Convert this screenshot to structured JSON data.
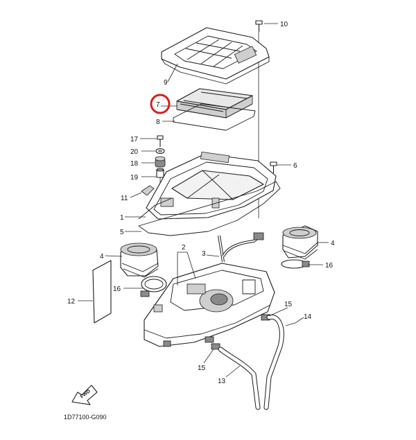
{
  "callouts": [
    {
      "id": "c10",
      "text": "10"
    },
    {
      "id": "c9",
      "text": "9"
    },
    {
      "id": "c7",
      "text": "7"
    },
    {
      "id": "c8",
      "text": "8"
    },
    {
      "id": "c17",
      "text": "17"
    },
    {
      "id": "c20",
      "text": "20"
    },
    {
      "id": "c18",
      "text": "18"
    },
    {
      "id": "c19",
      "text": "19"
    },
    {
      "id": "c6",
      "text": "6"
    },
    {
      "id": "c11",
      "text": "11"
    },
    {
      "id": "c1",
      "text": "1"
    },
    {
      "id": "c5",
      "text": "5"
    },
    {
      "id": "c2",
      "text": "2"
    },
    {
      "id": "c3",
      "text": "3"
    },
    {
      "id": "c4a",
      "text": "4"
    },
    {
      "id": "c4b",
      "text": "4"
    },
    {
      "id": "c16a",
      "text": "16"
    },
    {
      "id": "c16b",
      "text": "16"
    },
    {
      "id": "c12",
      "text": "12"
    },
    {
      "id": "c15a",
      "text": "15"
    },
    {
      "id": "c15b",
      "text": "15"
    },
    {
      "id": "c14",
      "text": "14"
    },
    {
      "id": "c13",
      "text": "13"
    }
  ],
  "fwd_label": "FWD",
  "diagram_code": "1D77100-G090",
  "highlight_color": "#d81e1e"
}
